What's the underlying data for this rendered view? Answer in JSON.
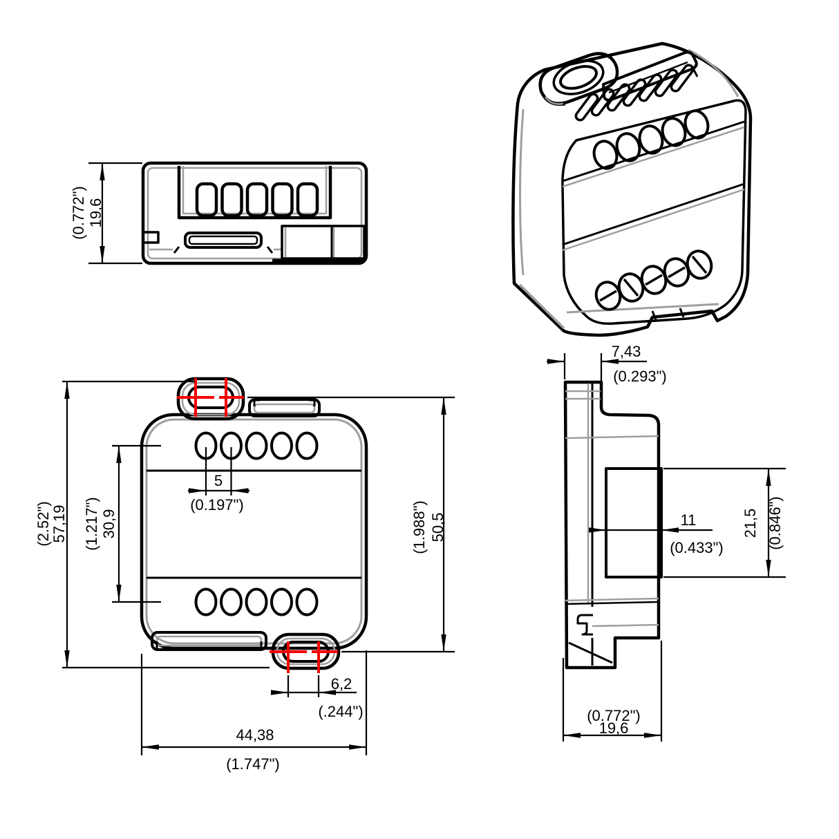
{
  "sheet": {
    "background": "#ffffff",
    "line_color": "#000000",
    "shade_color": "#9e9e9e",
    "accent_color": "#f40000",
    "description": "2D dimension drawing of LED dimmer enclosure: top view, isometric view, front view, side view"
  },
  "views": {
    "top": {
      "dim_height": {
        "inch": "(0.772\")",
        "mm": "19,6"
      }
    },
    "iso": {},
    "front": {
      "dim_overall_height": {
        "inch": "(2.52\")",
        "mm": "57,19"
      },
      "dim_row_spacing": {
        "inch": "(1.217\")",
        "mm": "30,9"
      },
      "dim_hole_pitch": {
        "inch": "(0.197\")",
        "mm": "5"
      },
      "dim_body_height": {
        "inch": "(1.988\")",
        "mm": "50,5"
      },
      "dim_slot_pitch": {
        "inch": "(.244\")",
        "mm": "6,2"
      },
      "dim_overall_width": {
        "inch": "(1.747\")",
        "mm": "44,38"
      }
    },
    "side": {
      "dim_tab_depth": {
        "inch": "(0.293\")",
        "mm": "7,43"
      },
      "dim_recess_depth": {
        "inch": "(0.433\")",
        "mm": "11"
      },
      "dim_recess_height": {
        "inch": "(0.846\")",
        "mm": "21,5"
      },
      "dim_overall_depth": {
        "inch": "(0.772\")",
        "mm": "19,6"
      }
    }
  }
}
